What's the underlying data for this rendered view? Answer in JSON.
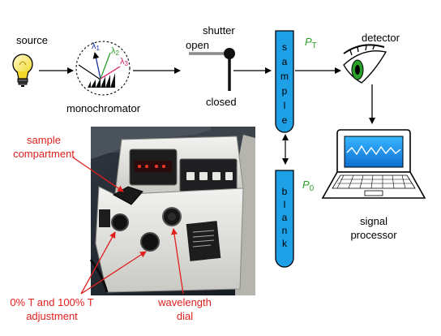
{
  "labels": {
    "source": "source",
    "monochromator": "monochromator",
    "shutter": "shutter",
    "open": "open",
    "closed": "closed",
    "detector": "detector",
    "signal_processor_line1": "signal",
    "signal_processor_line2": "processor",
    "sample_tube_text": "sample",
    "blank_tube_text": "blank",
    "p_t": "P",
    "p_t_sub": "T",
    "p_0": "P",
    "p_0_sub": "0",
    "lambda_1": "λ",
    "lambda_1_sub": "1",
    "lambda_2": "λ",
    "lambda_2_sub": "2",
    "lambda_3": "λ",
    "lambda_3_sub": "3",
    "sample_compartment_line1": "sample",
    "sample_compartment_line2": "compartment",
    "adjustment_line1": "0% T and 100% T",
    "adjustment_line2": "adjustment",
    "wavelength_line1": "wavelength",
    "wavelength_line2": "dial"
  },
  "colors": {
    "tube_fill": "#1ea0e6",
    "annotation_red": "#e0201e",
    "p_label_green": "#2aa02a",
    "bulb_yellow": "#f7e43a",
    "lambda1": "#1c2fa0",
    "lambda2": "#2aa02a",
    "lambda3": "#d9206c"
  },
  "icons": {
    "source": "light-bulb-icon",
    "monochromator": "diffraction-grating-icon",
    "detector": "eye-icon",
    "signal_processor": "laptop-icon",
    "instrument": "spectrophotometer-photo"
  }
}
